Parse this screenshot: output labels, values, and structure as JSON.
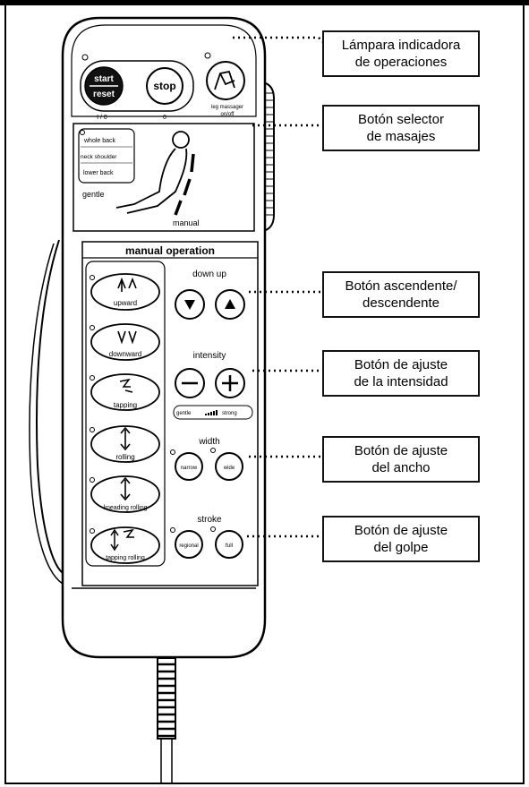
{
  "remote": {
    "top_buttons": {
      "start_reset": [
        "start",
        "reset"
      ],
      "stop": "stop",
      "leg_massager": "leg massager",
      "leg_massager_sub": "on/off",
      "power_symbols": "I / 0",
      "stop_symbol": "0"
    },
    "selector": {
      "options": [
        "whole back",
        "neck shoulder",
        "lower back"
      ],
      "gentle": "gentle",
      "manual": "manual"
    },
    "manual": {
      "title": "manual operation",
      "modes": [
        "upward",
        "downward",
        "tapping",
        "rolling",
        "kneading rolling",
        "tapping rolling"
      ],
      "down_up_label": "down  up",
      "intensity_label": "intensity",
      "intensity_scale": [
        "gentle",
        "strong"
      ],
      "width_label": "width",
      "width_buttons": [
        "narrow",
        "wide"
      ],
      "stroke_label": "stroke",
      "stroke_buttons": [
        "regional",
        "full"
      ]
    }
  },
  "callouts": [
    {
      "id": "indicator",
      "lines": [
        "Lámpara indicadora",
        "de operaciones"
      ]
    },
    {
      "id": "selector",
      "lines": [
        "Botón selector",
        "de masajes"
      ]
    },
    {
      "id": "updown",
      "lines": [
        "Botón ascendente/",
        "descendente"
      ]
    },
    {
      "id": "intensity",
      "lines": [
        "Botón de ajuste",
        "de la intensidad"
      ]
    },
    {
      "id": "width",
      "lines": [
        "Botón de ajuste",
        "del ancho"
      ]
    },
    {
      "id": "stroke",
      "lines": [
        "Botón de ajuste",
        "del golpe"
      ]
    }
  ]
}
